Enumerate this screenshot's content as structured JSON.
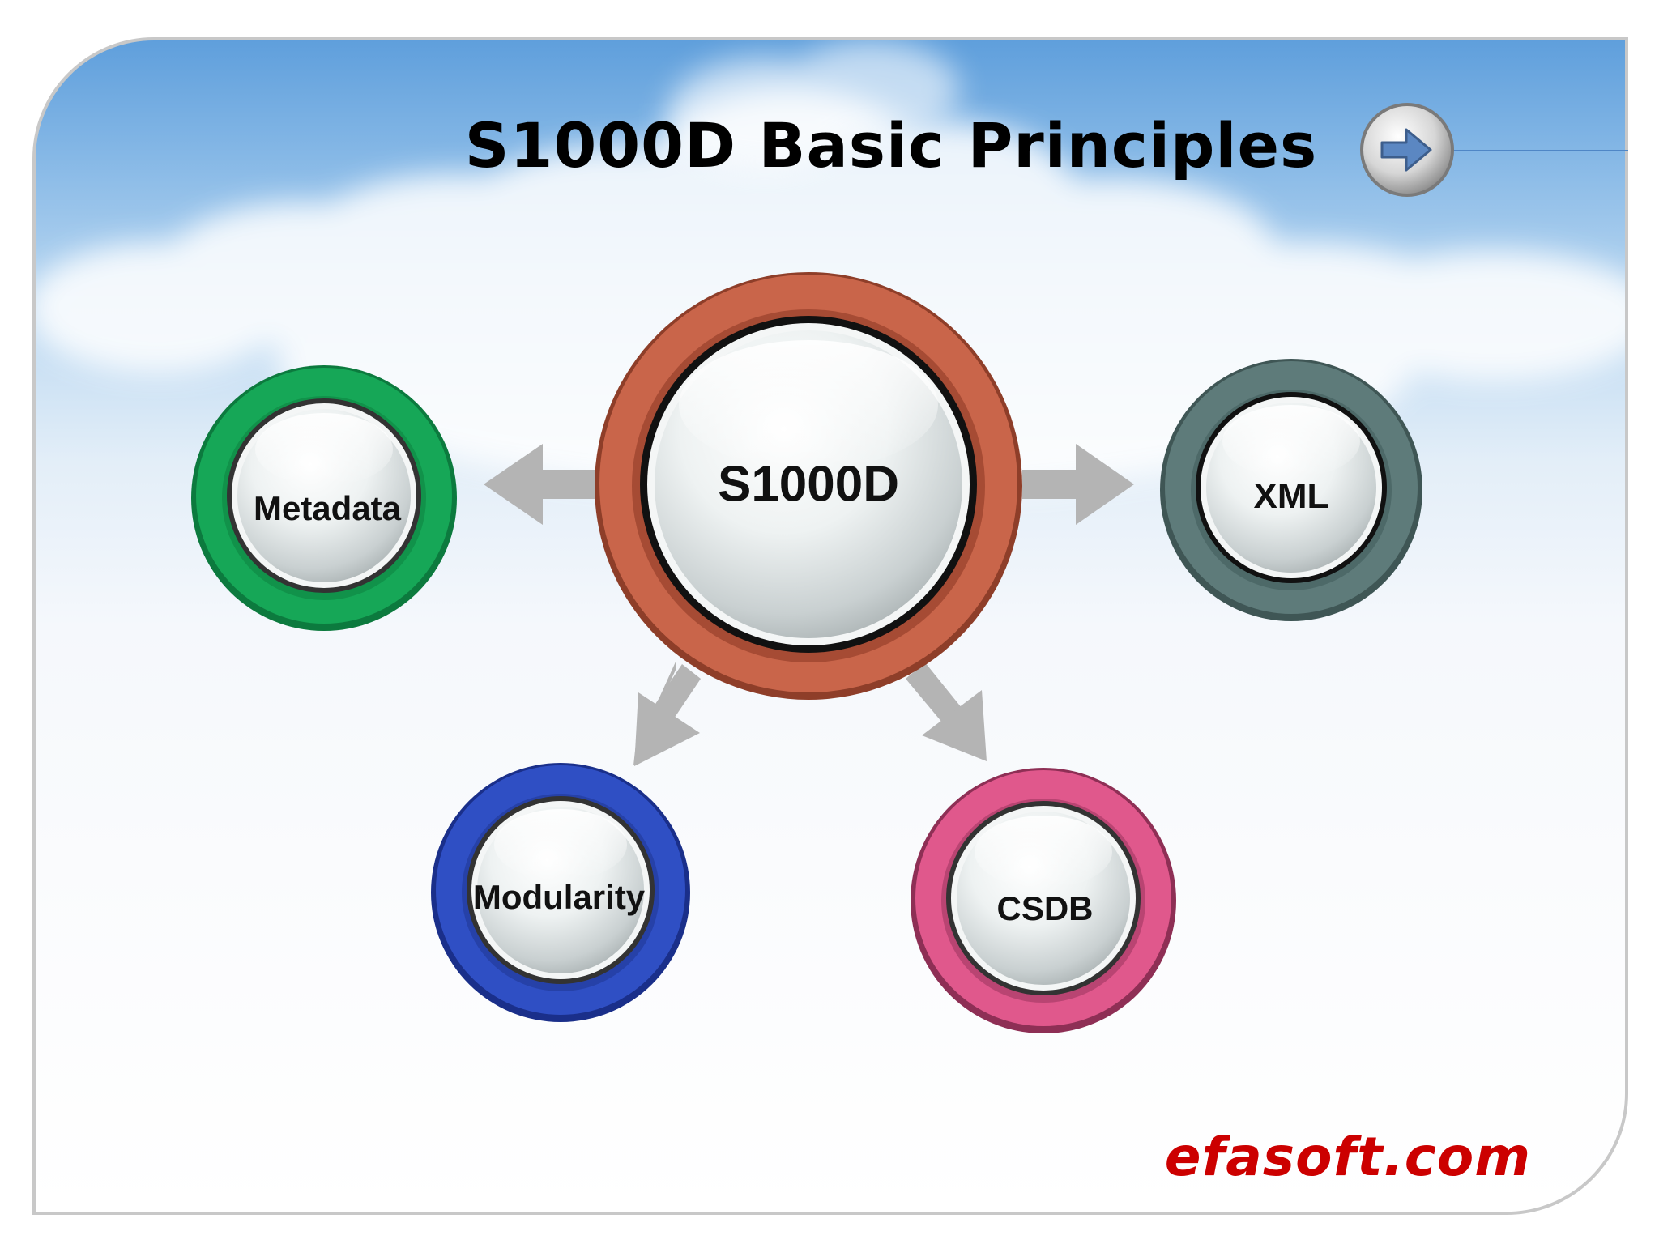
{
  "slide": {
    "title": "S1000D Basic Principles",
    "brand": "efasoft.com"
  },
  "nav": {
    "next_icon": "arrow-right-icon"
  },
  "diagram": {
    "center": {
      "label": "S1000D",
      "color": "#c9654a"
    },
    "nodes": [
      {
        "id": "metadata",
        "label": "Metadata",
        "color": "#16a757"
      },
      {
        "id": "xml",
        "label": "XML",
        "color": "#5e7b7a"
      },
      {
        "id": "modularity",
        "label": "Modularity",
        "color": "#2f4fc4"
      },
      {
        "id": "csdb",
        "label": "CSDB",
        "color": "#e0588c"
      }
    ],
    "arrow_color": "#b4b4b4"
  }
}
